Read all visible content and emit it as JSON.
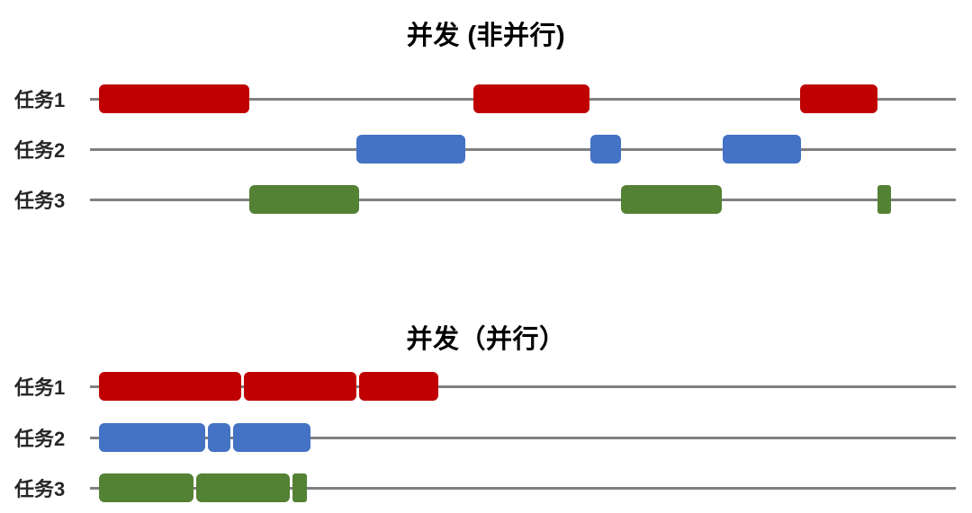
{
  "colors": {
    "task1": "#C00000",
    "task2": "#4472C4",
    "task3": "#548235",
    "line": "#808080",
    "label": "#262626",
    "title": "#000000",
    "background": "#FFFFFF"
  },
  "charts": [
    {
      "id": "chart-concurrent",
      "title": "并发 (非并行)",
      "tracks": [
        {
          "label": "任务1",
          "color_key": "task1",
          "color": "#C00000",
          "line": {
            "start": 100,
            "end": 1062
          },
          "bars": [
            {
              "start": 110,
              "end": 277
            },
            {
              "start": 526,
              "end": 655
            },
            {
              "start": 889,
              "end": 975
            }
          ]
        },
        {
          "label": "任务2",
          "color_key": "task2",
          "color": "#4472C4",
          "line": {
            "start": 100,
            "end": 1062
          },
          "bars": [
            {
              "start": 396,
              "end": 517
            },
            {
              "start": 656,
              "end": 690
            },
            {
              "start": 803,
              "end": 890
            }
          ]
        },
        {
          "label": "任务3",
          "color_key": "task3",
          "color": "#548235",
          "line": {
            "start": 100,
            "end": 1062
          },
          "bars": [
            {
              "start": 277,
              "end": 399
            },
            {
              "start": 690,
              "end": 802
            },
            {
              "start": 975,
              "end": 990
            }
          ]
        }
      ]
    },
    {
      "id": "chart-parallel",
      "title": "并发（并行）",
      "tracks": [
        {
          "label": "任务1",
          "color_key": "task1",
          "color": "#C00000",
          "line": {
            "start": 100,
            "end": 1062
          },
          "bars": [
            {
              "start": 110,
              "end": 268
            },
            {
              "start": 271,
              "end": 396
            },
            {
              "start": 399,
              "end": 487
            }
          ]
        },
        {
          "label": "任务2",
          "color_key": "task2",
          "color": "#4472C4",
          "line": {
            "start": 100,
            "end": 1062
          },
          "bars": [
            {
              "start": 110,
              "end": 228
            },
            {
              "start": 231,
              "end": 256
            },
            {
              "start": 259,
              "end": 345
            }
          ]
        },
        {
          "label": "任务3",
          "color_key": "task3",
          "color": "#548235",
          "line": {
            "start": 100,
            "end": 1062
          },
          "bars": [
            {
              "start": 110,
              "end": 215
            },
            {
              "start": 218,
              "end": 322
            },
            {
              "start": 325,
              "end": 341
            }
          ]
        }
      ]
    }
  ],
  "chart_data": {
    "type": "table",
    "title": "并发 (非并行) 与 并发（并行） 时间线对比",
    "xlabel": "",
    "ylabel": "",
    "grid": false,
    "legend": "none",
    "panels": [
      {
        "title": "并发 (非并行)",
        "categories": [
          "任务1",
          "任务2",
          "任务3"
        ],
        "series": [
          {
            "name": "任务1",
            "color": "#C00000",
            "intervals": [
              [
                110,
                277
              ],
              [
                526,
                655
              ],
              [
                889,
                975
              ]
            ]
          },
          {
            "name": "任务2",
            "color": "#4472C4",
            "intervals": [
              [
                396,
                517
              ],
              [
                656,
                690
              ],
              [
                803,
                890
              ]
            ]
          },
          {
            "name": "任务3",
            "color": "#548235",
            "intervals": [
              [
                277,
                399
              ],
              [
                690,
                802
              ],
              [
                975,
                990
              ]
            ]
          }
        ],
        "axis_range": [
          100,
          1062
        ]
      },
      {
        "title": "并发（并行）",
        "categories": [
          "任务1",
          "任务2",
          "任务3"
        ],
        "series": [
          {
            "name": "任务1",
            "color": "#C00000",
            "intervals": [
              [
                110,
                268
              ],
              [
                271,
                396
              ],
              [
                399,
                487
              ]
            ]
          },
          {
            "name": "任务2",
            "color": "#4472C4",
            "intervals": [
              [
                110,
                228
              ],
              [
                231,
                256
              ],
              [
                259,
                345
              ]
            ]
          },
          {
            "name": "任务3",
            "color": "#548235",
            "intervals": [
              [
                110,
                215
              ],
              [
                218,
                322
              ],
              [
                325,
                341
              ]
            ]
          }
        ],
        "axis_range": [
          100,
          1062
        ]
      }
    ]
  }
}
